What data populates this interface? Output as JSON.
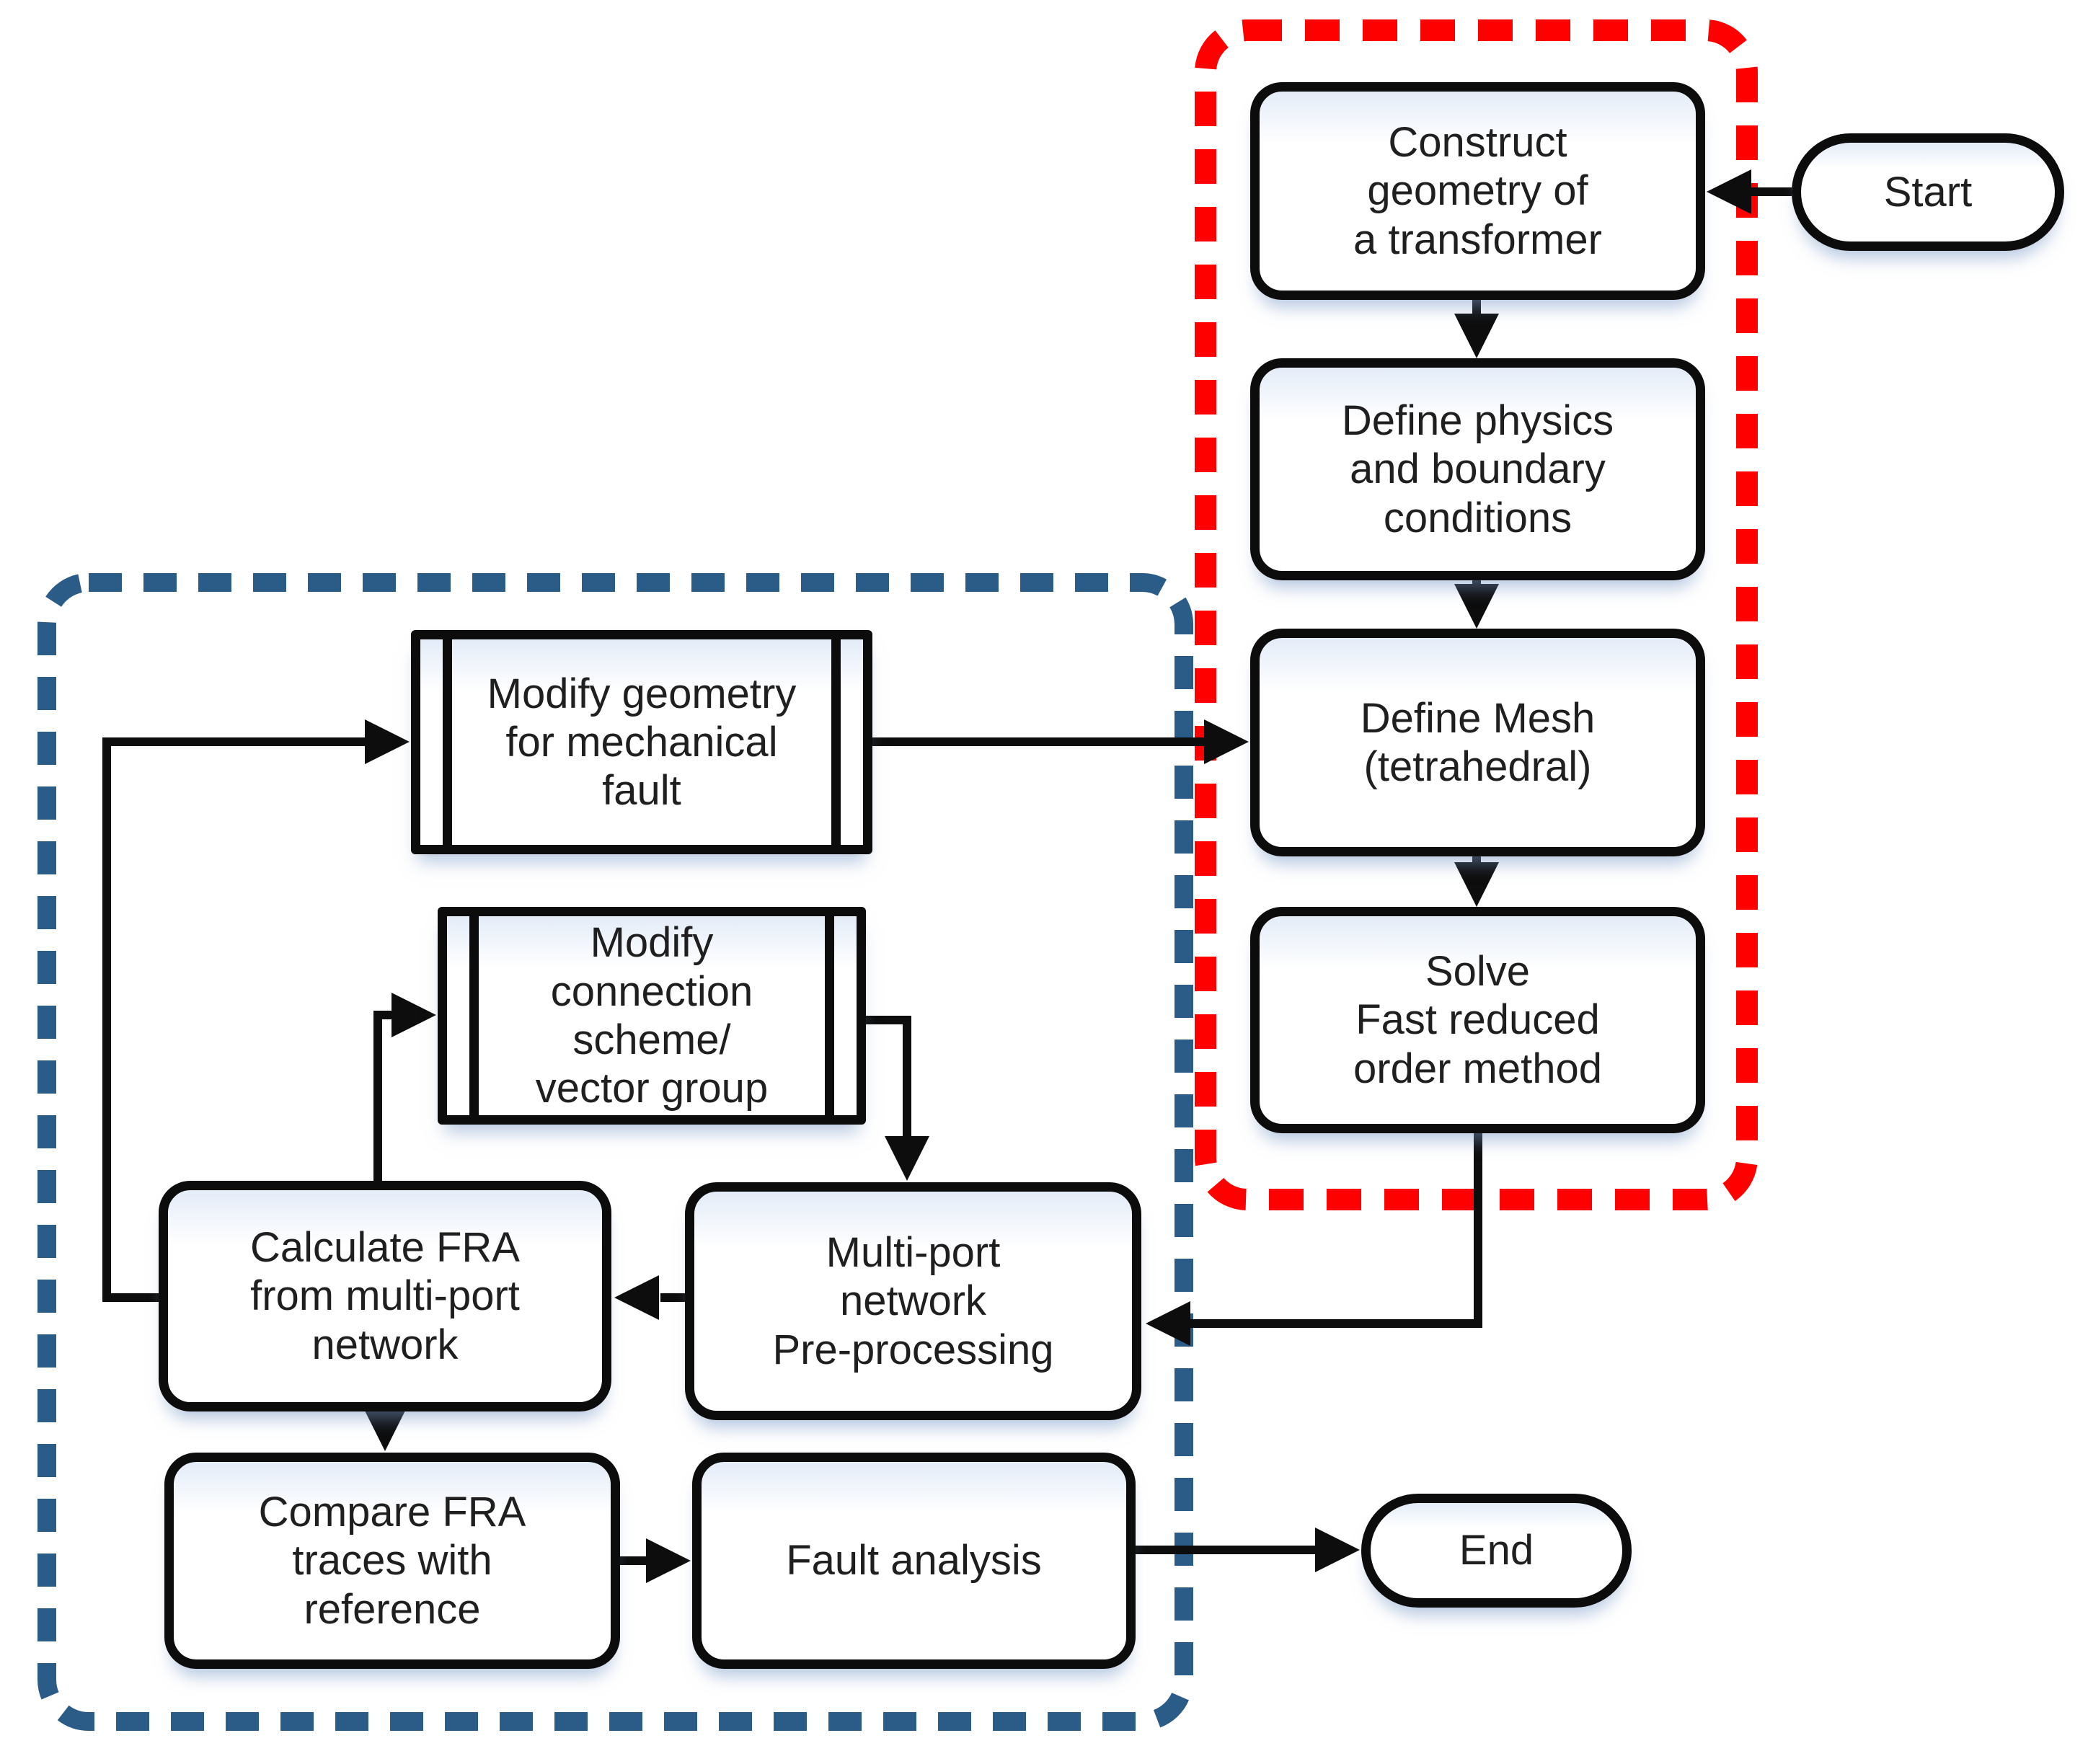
{
  "groups": {
    "simulation": {
      "border_color": "#ff0000"
    },
    "analysis": {
      "border_color": "#2b5c87"
    }
  },
  "colors": {
    "connector": "#0d0d0d",
    "node_border": "#0c0c0c",
    "text": "#1f1f1f"
  },
  "nodes": {
    "start": {
      "label": "Start"
    },
    "construct_geometry": {
      "label": "Construct\ngeometry of\na transformer"
    },
    "define_physics": {
      "label": "Define physics\nand boundary\nconditions"
    },
    "define_mesh": {
      "label": "Define Mesh\n(tetrahedral)"
    },
    "solve": {
      "label": "Solve\nFast reduced\norder method"
    },
    "modify_geometry": {
      "label": "Modify geometry\nfor mechanical\nfault"
    },
    "modify_connection": {
      "label": "Modify\nconnection\nscheme/\nvector group"
    },
    "calculate_fra": {
      "label": "Calculate FRA\nfrom multi-port\nnetwork"
    },
    "multiport_preprocessing": {
      "label": "Multi-port\nnetwork\nPre-processing"
    },
    "compare_fra": {
      "label": "Compare FRA\ntraces with\nreference"
    },
    "fault_analysis": {
      "label": "Fault analysis"
    },
    "end": {
      "label": "End"
    }
  }
}
